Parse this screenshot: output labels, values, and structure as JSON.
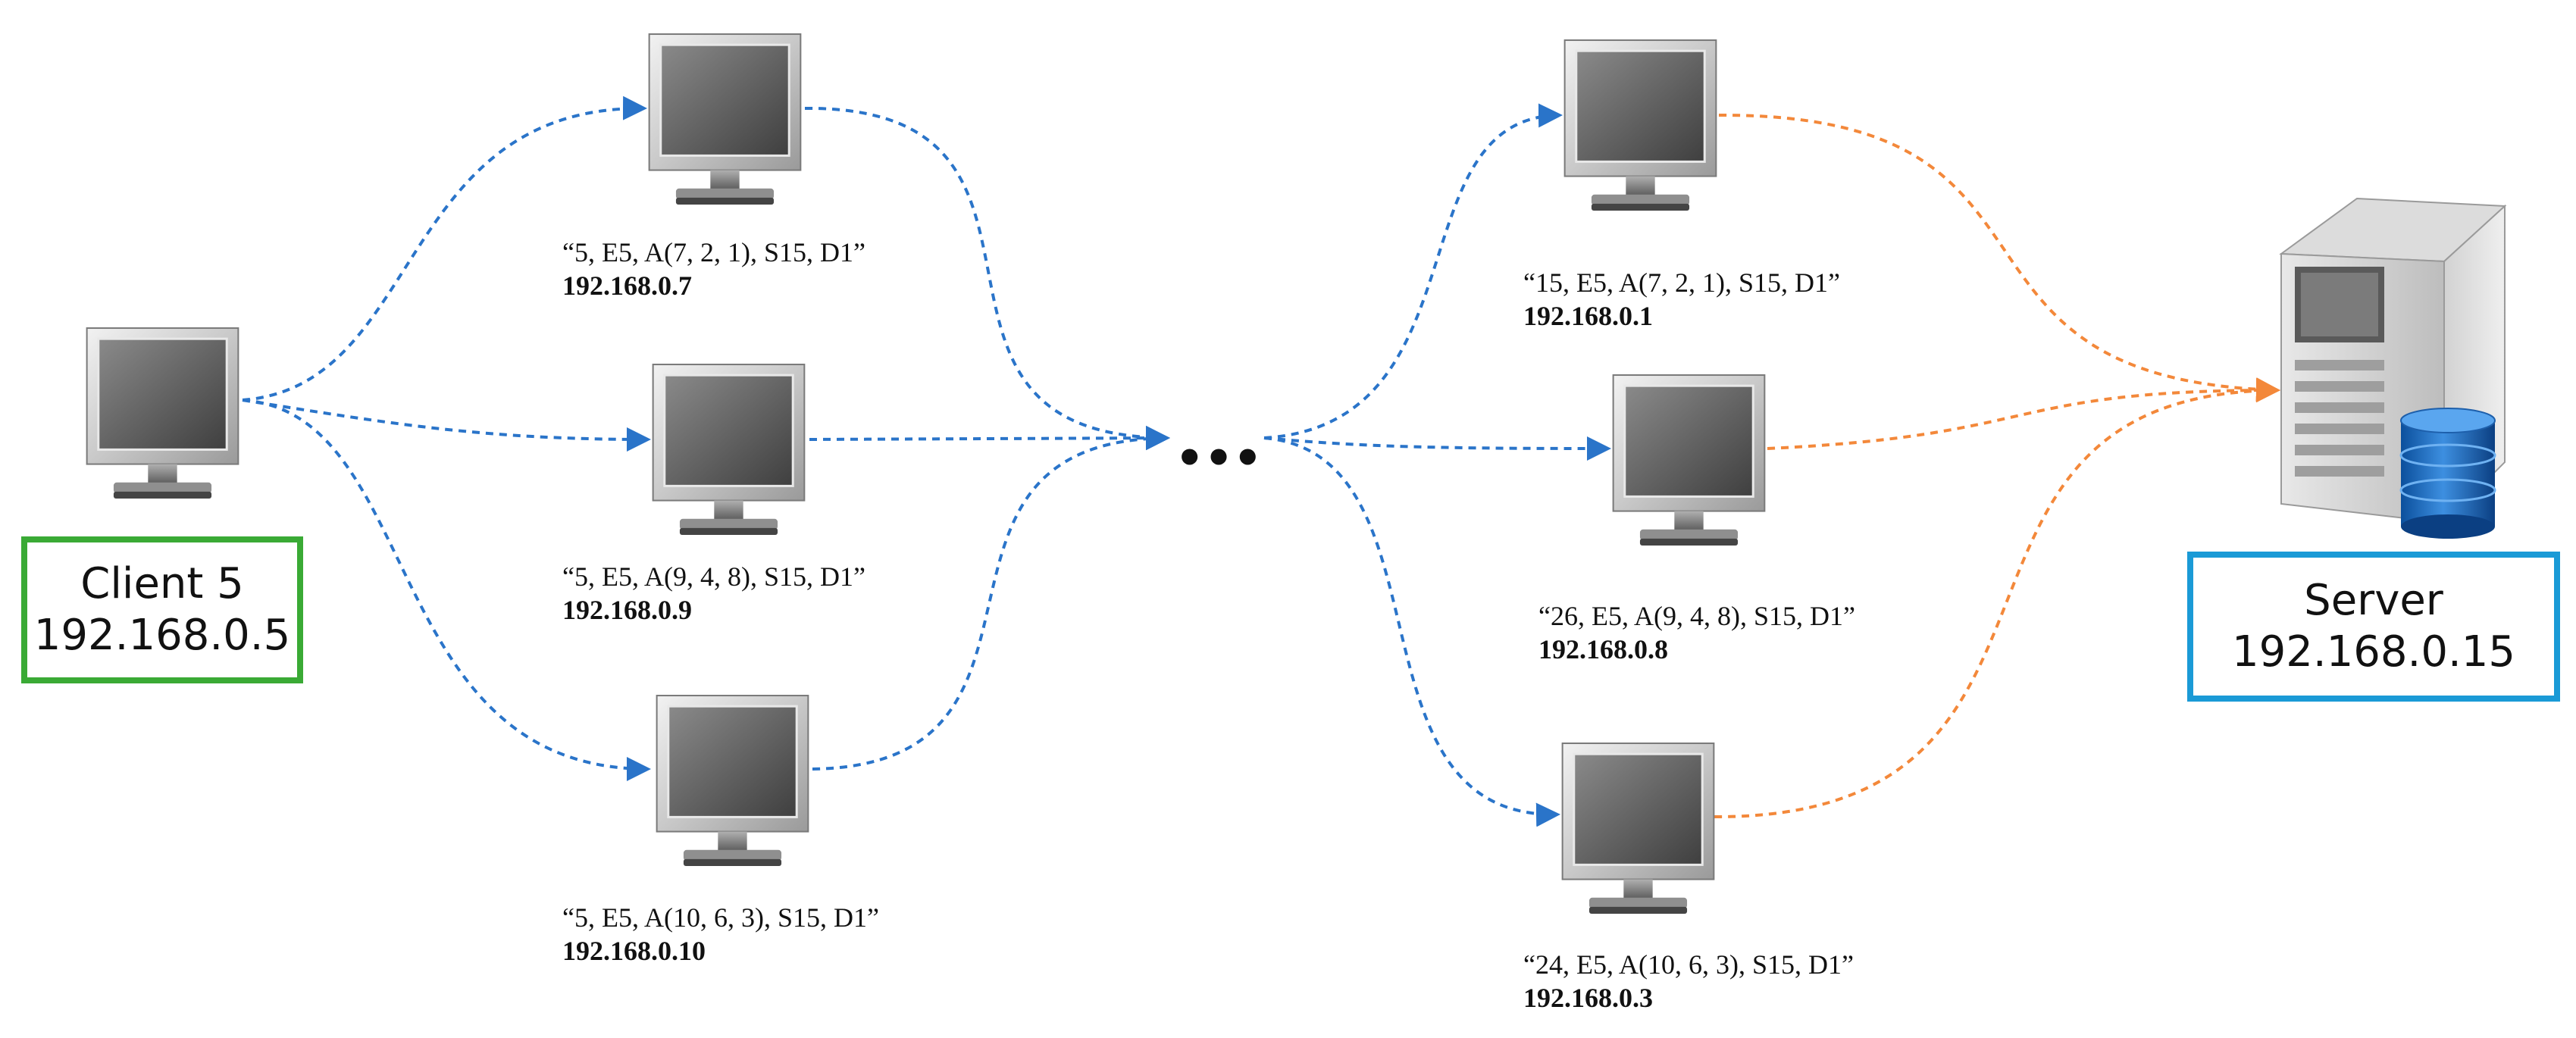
{
  "client": {
    "name": "Client 5",
    "ip": "192.168.0.5",
    "border_color": "#3aaa35"
  },
  "server": {
    "name": "Server",
    "ip": "192.168.0.15",
    "border_color": "#1a9ad6"
  },
  "ellipsis": "•••",
  "colors": {
    "relay_link": "#2a74c9",
    "server_link": "#f3883a"
  },
  "hop1": [
    {
      "payload": "“5, E5, A(7, 2, 1), S15, D1”",
      "ip": "192.168.0.7"
    },
    {
      "payload": "“5, E5, A(9, 4, 8), S15, D1”",
      "ip": "192.168.0.9"
    },
    {
      "payload": "“5, E5, A(10, 6, 3), S15, D1”",
      "ip": "192.168.0.10"
    }
  ],
  "hopN": [
    {
      "payload": "“15, E5, A(7, 2, 1), S15, D1”",
      "ip": "192.168.0.1"
    },
    {
      "payload": "“26, E5, A(9, 4, 8), S15, D1”",
      "ip": "192.168.0.8"
    },
    {
      "payload": "“24, E5, A(10, 6, 3), S15, D1”",
      "ip": "192.168.0.3"
    }
  ],
  "icons": {
    "node": "computer-monitor-icon",
    "server": "server-tower-icon",
    "database": "database-icon"
  }
}
